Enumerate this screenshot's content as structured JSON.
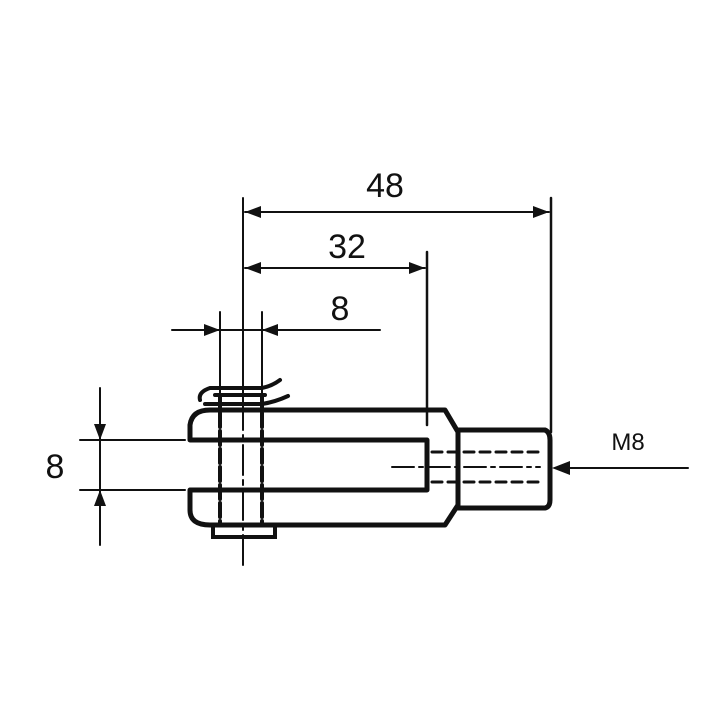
{
  "dimensions": {
    "overall_length": "48",
    "slot_depth": "32",
    "pin_diameter": "8",
    "slot_width": "8",
    "thread": "M8"
  },
  "colors": {
    "line": "#111111",
    "background": "#ffffff"
  }
}
